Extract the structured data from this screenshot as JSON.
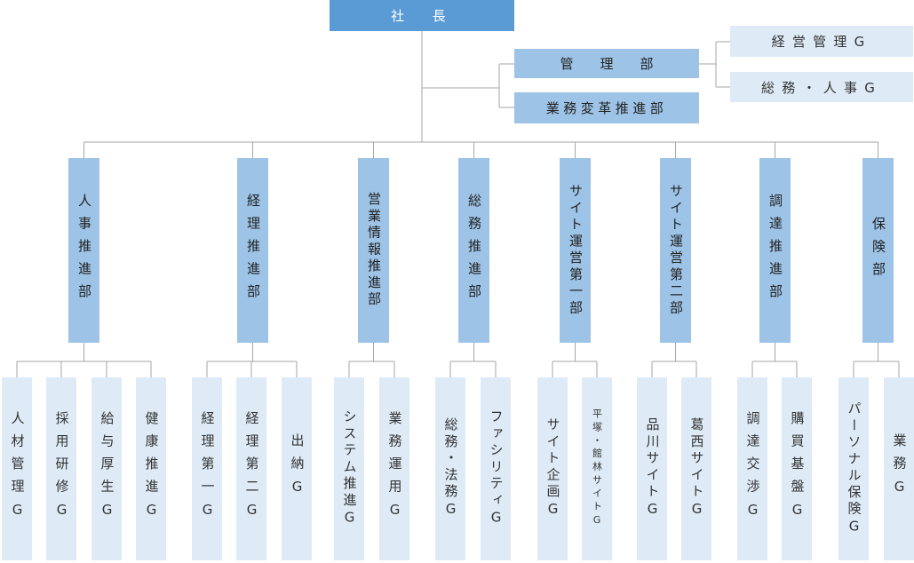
{
  "ceo": "社　長",
  "top_units": {
    "kanri": "管　　理　　部",
    "gyomu_henkaku": "業務変革推進部"
  },
  "kanri_groups": {
    "keiei_kanri": "経営管理G",
    "somu_jinji": "総務・人事G"
  },
  "divisions": [
    {
      "key": "jinji",
      "label": "人事推進部"
    },
    {
      "key": "keiri",
      "label": "経理推進部"
    },
    {
      "key": "eigyo",
      "label": "営業情報推進部"
    },
    {
      "key": "somu",
      "label": "総務推進部"
    },
    {
      "key": "site1",
      "label": "サイト運営第一部"
    },
    {
      "key": "site2",
      "label": "サイト運営第二部"
    },
    {
      "key": "chotatsu",
      "label": "調達推進部"
    },
    {
      "key": "hoken",
      "label": "保険部"
    }
  ],
  "groups": [
    [
      "人材管理G",
      "採用研修G",
      "給与厚生G",
      "健康推進G"
    ],
    [
      "経理第一G",
      "経理第二G",
      "出納G"
    ],
    [
      "システム推進G",
      "業務運用G"
    ],
    [
      "総務・法務G",
      "ファシリティG"
    ],
    [
      "サイト企画G",
      "平塚・館林サイトG"
    ],
    [
      "品川サイトG",
      "葛西サイトG"
    ],
    [
      "調達交渉G",
      "購買基盤G"
    ],
    [
      "パーソナル保険G",
      "業務G"
    ]
  ],
  "colors": {
    "ceo_fill": "#5b9bd5",
    "unit_fill": "#9dc3e6",
    "group_fill": "#deebf7",
    "line": "#a6a6a6"
  }
}
